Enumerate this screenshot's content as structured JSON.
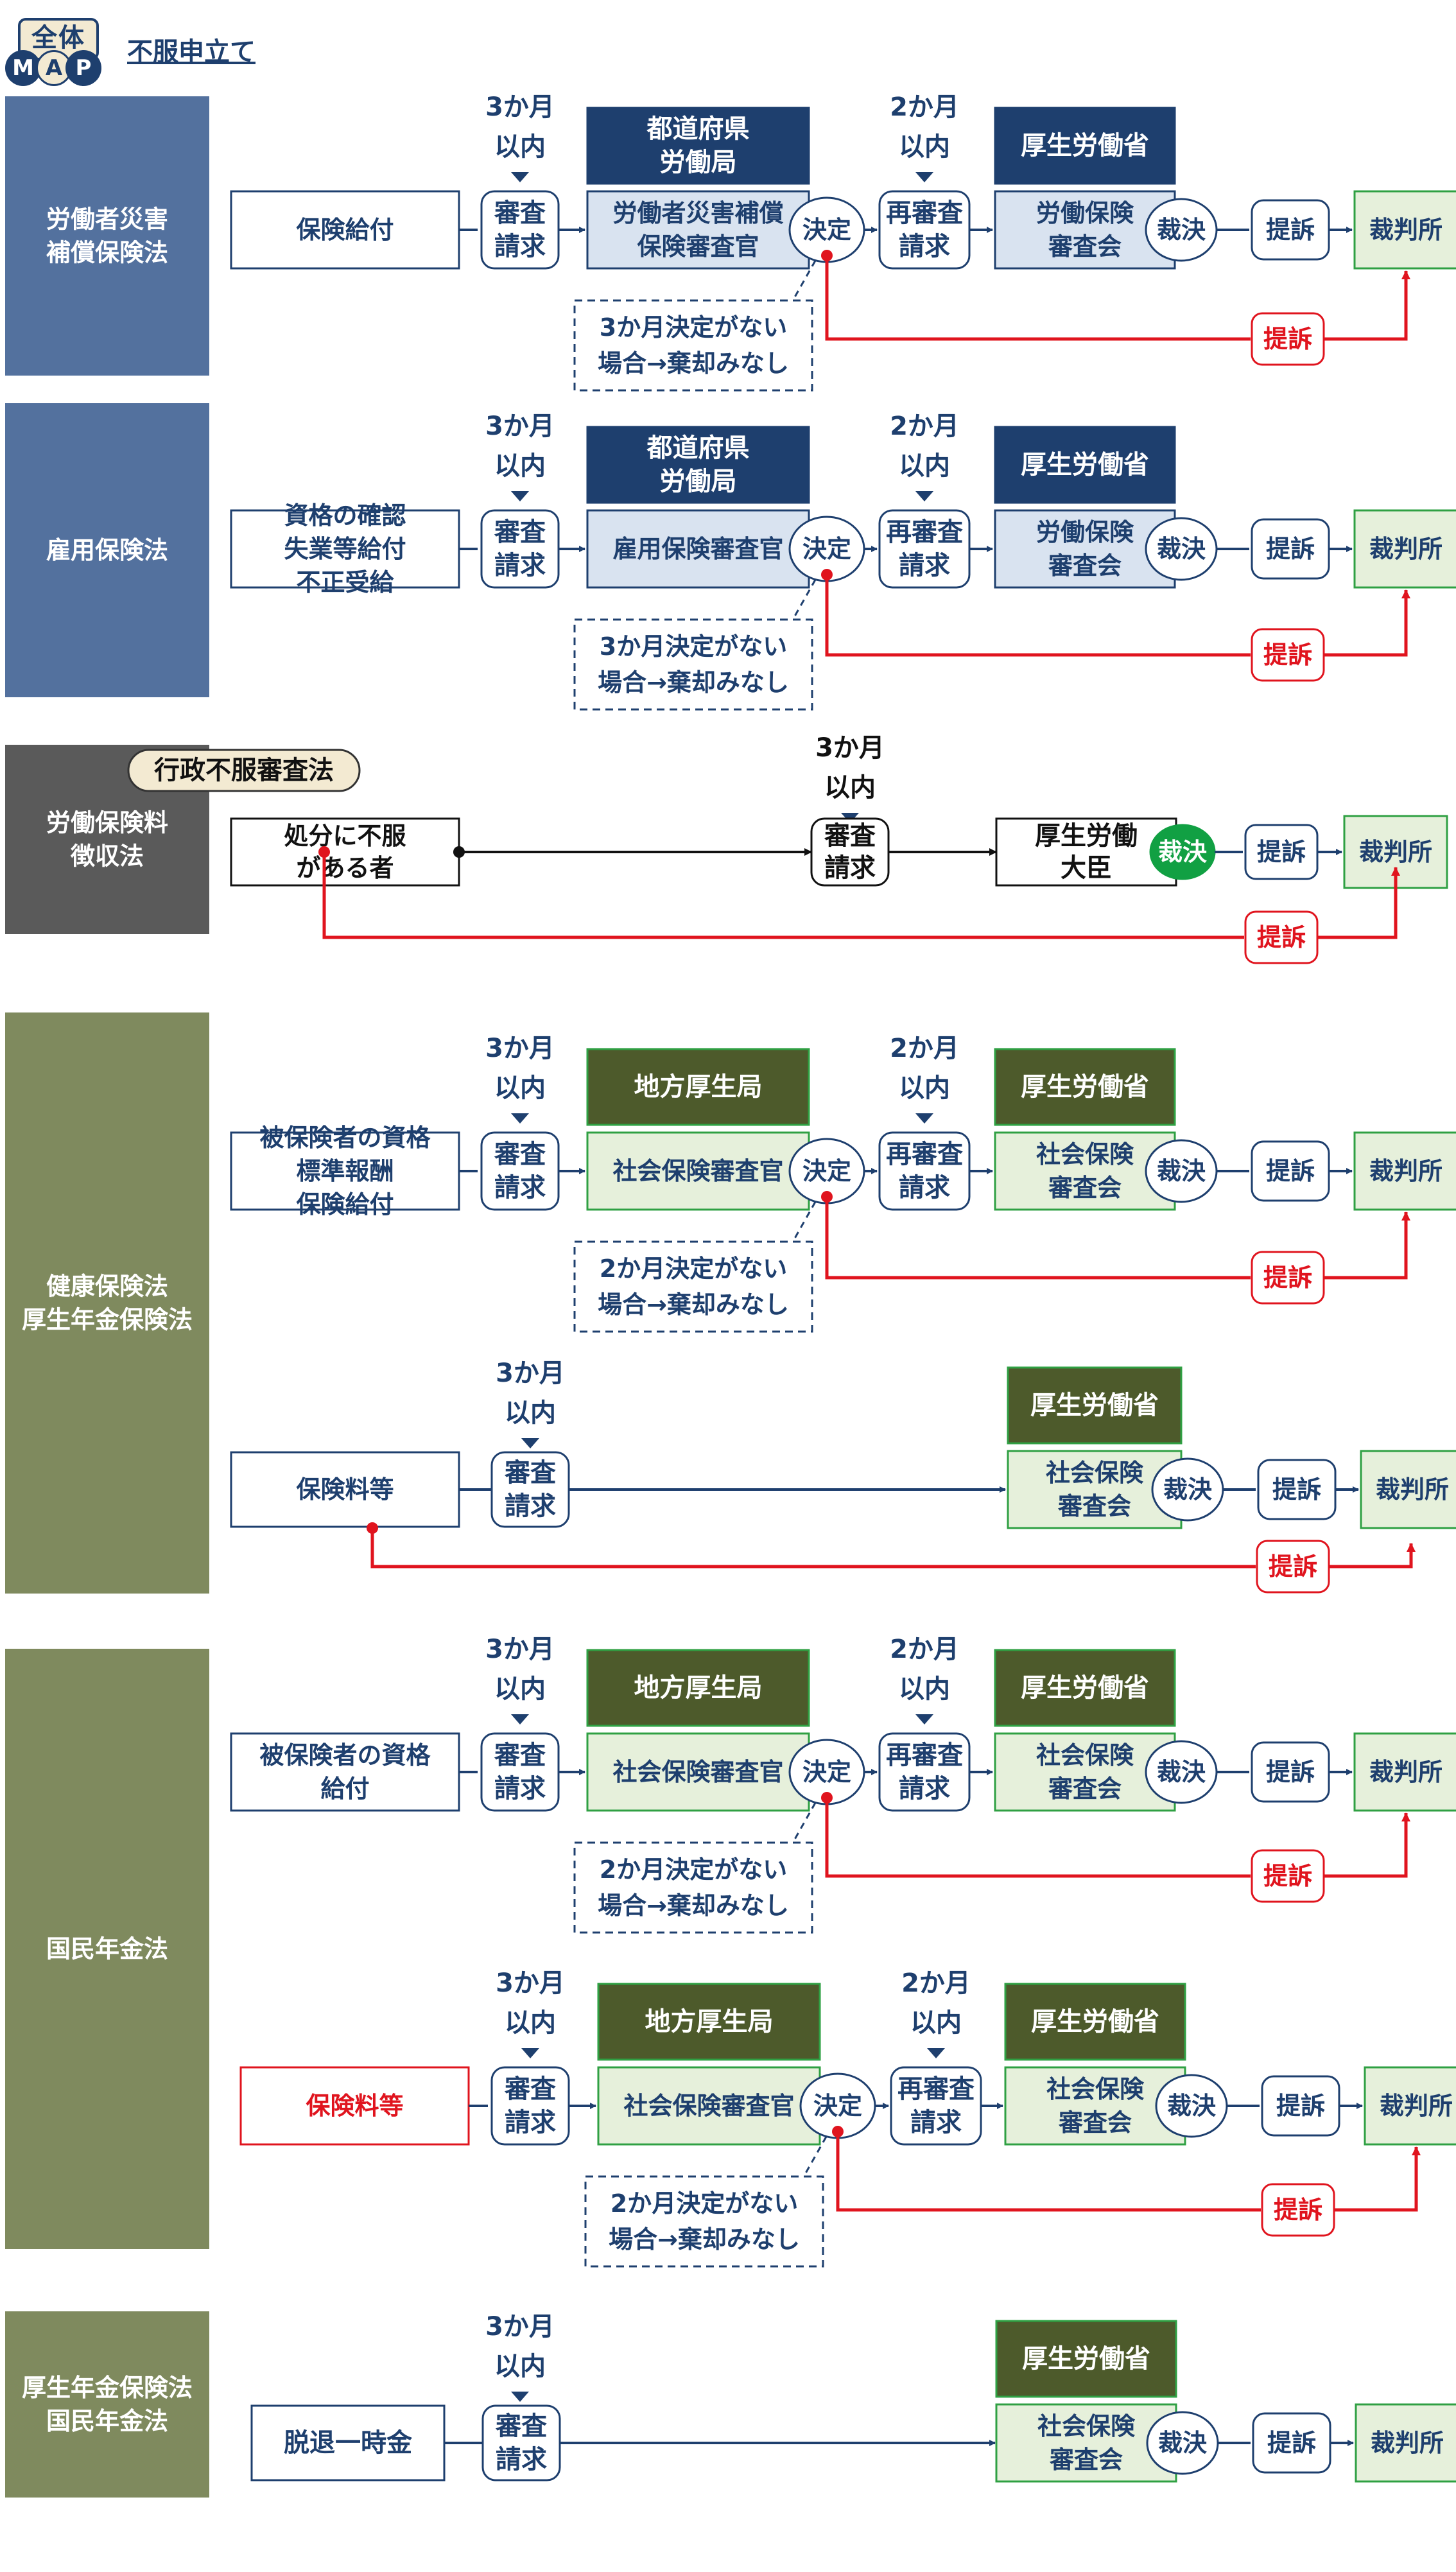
{
  "header": {
    "logo_top": "全体",
    "logo_letters": [
      "M",
      "A",
      "P"
    ],
    "link": "不服申立て"
  },
  "colors": {
    "navy": "#1e3f6e",
    "slate": "#53719e",
    "gray": "#5a5a5a",
    "olive": "#7f8a5e",
    "darkgreen": "#4d5a2b",
    "green": "#2fa043",
    "lightblue": "#d9e3f0",
    "lightgreen": "#e6f0db",
    "red": "#e0141e",
    "greenOval": "#11a043"
  },
  "common": {
    "review": [
      "審査",
      "請求"
    ],
    "rereview": [
      "再審査",
      "請求"
    ],
    "decision": "決定",
    "ruling": "裁決",
    "suit": "提訴",
    "court": "裁判所",
    "three_months": [
      "3か月",
      "以内"
    ],
    "two_months": [
      "2か月",
      "以内"
    ]
  },
  "sections": [
    {
      "label": [
        "労働者災害",
        "補償保険法"
      ]
    },
    {
      "label": [
        "雇用保険法"
      ]
    },
    {
      "label": [
        "労働保険料",
        "徴収法"
      ]
    },
    {
      "label": [
        "健康保険法",
        "厚生年金保険法"
      ]
    },
    {
      "label": [
        "国民年金法"
      ]
    },
    {
      "label": [
        "厚生年金保険法",
        "国民年金法"
      ]
    }
  ],
  "agencies": {
    "pref_labor": [
      "都道府県",
      "労働局"
    ],
    "mhlw": "厚生労働省",
    "regional": "地方厚生局",
    "mhlw_minister": [
      "厚生労働",
      "大臣"
    ],
    "labor_examiner": [
      "労働者災害補償",
      "保険審査官"
    ],
    "employment_examiner": "雇用保険審査官",
    "labor_council": [
      "労働保険",
      "審査会"
    ],
    "social_examiner": "社会保険審査官",
    "social_council": [
      "社会保険",
      "審査会"
    ],
    "admin_law": "行政不服審査法"
  },
  "sources": {
    "benefit": "保険給付",
    "employment": [
      "資格の確認",
      "失業等給付",
      "不正受給"
    ],
    "objector": [
      "処分に不服",
      "がある者"
    ],
    "health": [
      "被保険者の資格",
      "標準報酬",
      "保険給付"
    ],
    "premium": "保険料等",
    "pension": [
      "被保険者の資格",
      "給付"
    ],
    "lump_sum": "脱退一時金"
  },
  "notes": {
    "three": [
      "3か月決定がない",
      "場合→棄却みなし"
    ],
    "two": [
      "2か月決定がない",
      "場合→棄却みなし"
    ]
  }
}
